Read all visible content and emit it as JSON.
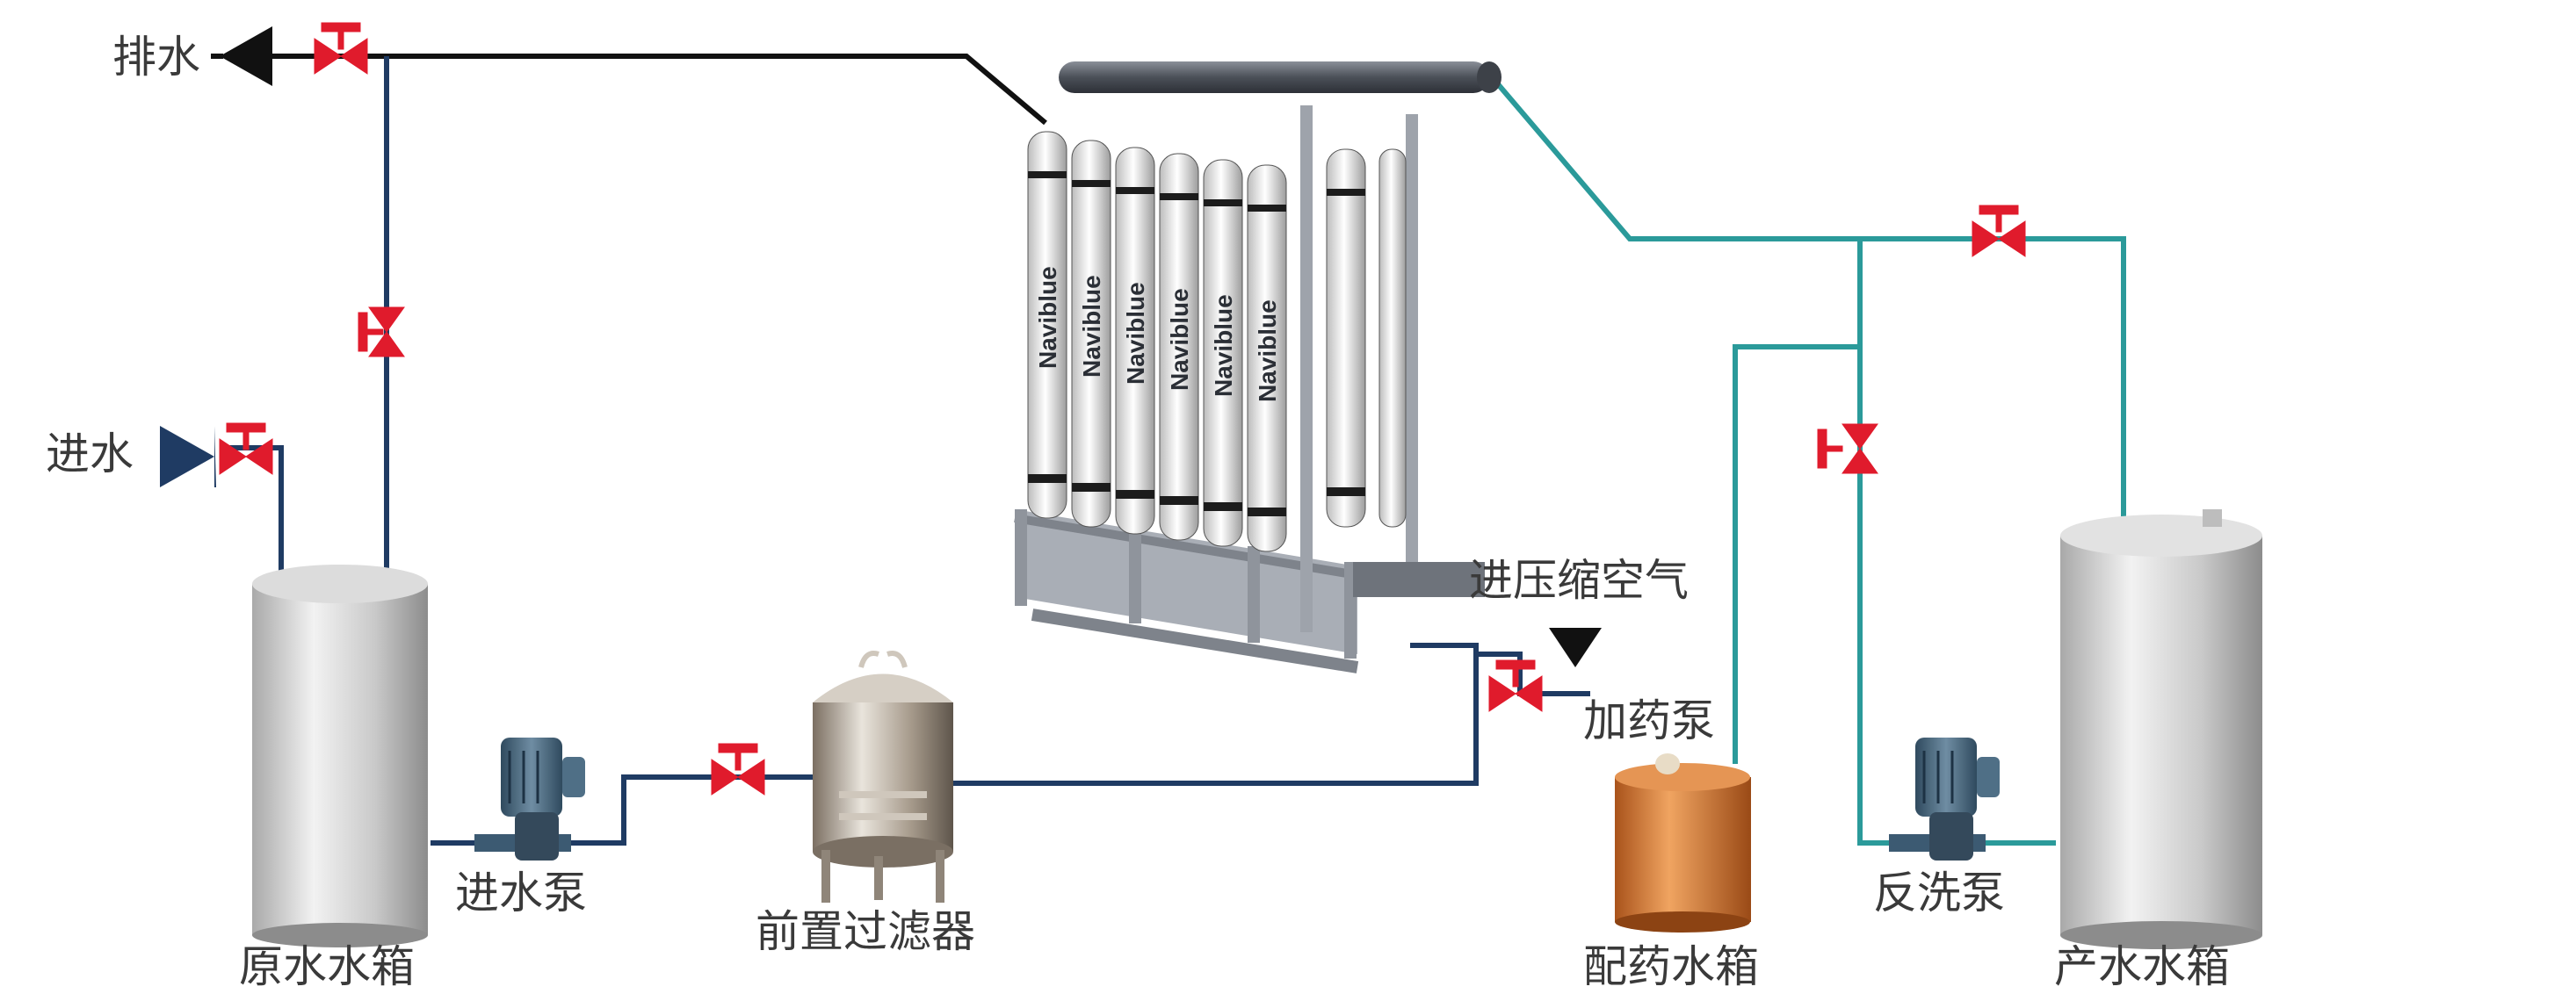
{
  "brand": "Naviblue",
  "labels": {
    "drain": "排水",
    "inlet": "进水",
    "raw_tank": "原水水箱",
    "feed_pump": "进水泵",
    "prefilter": "前置过滤器",
    "compressed_air": "进压缩空气",
    "dosing_pump": "加药泵",
    "dosing_tank": "配药水箱",
    "backwash_pump": "反洗泵",
    "product_tank": "产水水箱"
  },
  "colors": {
    "dirty_pipe": "#1f3b63",
    "clean_pipe": "#2b9a9a",
    "drain_pipe": "#111111",
    "valve": "#e01b2c",
    "pump_body": "#4f6f86",
    "tank_fill": "#d4d4d4",
    "dosing_tank_fill": "#d9782a",
    "membrane_fill": "#f2f2f2"
  },
  "icons": [
    "gate-valve-icon",
    "pump-icon",
    "arrow-icon"
  ]
}
